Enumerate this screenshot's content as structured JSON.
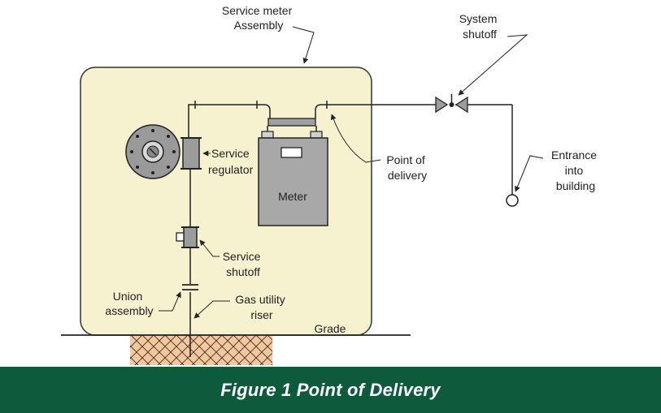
{
  "colors": {
    "enclosure_fill": "#f6f1cf",
    "soil_fill": "#f6c79a",
    "meter_fill": "#a8a8a8",
    "caption_bg": "#0e5a3c",
    "caption_text": "#ffffff"
  },
  "labels": {
    "service_meter": [
      "Service meter",
      "Assembly"
    ],
    "system_shutoff": [
      "System",
      "shutoff"
    ],
    "service_regulator": [
      "Service",
      "regulator"
    ],
    "meter": "Meter",
    "point_of_delivery": [
      "Point of",
      "delivery"
    ],
    "entrance": [
      "Entrance",
      "into",
      "building"
    ],
    "service_shutoff": [
      "Service",
      "shutoff"
    ],
    "union_assembly": [
      "Union",
      "assembly"
    ],
    "gas_riser": [
      "Gas utility",
      "riser"
    ],
    "grade": "Grade"
  },
  "caption": "Figure 1 Point of Delivery"
}
